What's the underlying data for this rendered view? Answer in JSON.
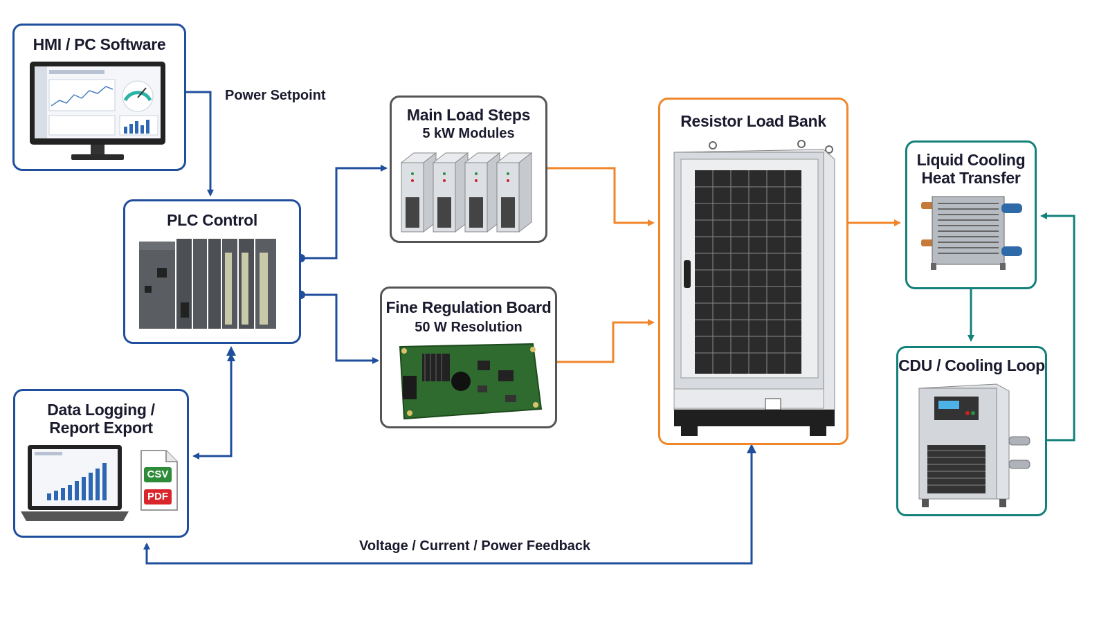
{
  "nodes": {
    "hmi": {
      "title": "HMI / PC Software"
    },
    "plc": {
      "title": "PLC Control"
    },
    "main_load": {
      "title": "Main Load Steps",
      "subtitle": "5 kW Modules"
    },
    "fine_reg": {
      "title": "Fine Regulation Board",
      "subtitle": "50 W Resolution"
    },
    "load_bank": {
      "title": "Resistor Load Bank"
    },
    "liquid_cooling": {
      "title_line1": "Liquid Cooling",
      "title_line2": "Heat Transfer"
    },
    "cdu": {
      "title": "CDU / Cooling Loop"
    },
    "logging": {
      "title_line1": "Data Logging /",
      "title_line2": "Report Export",
      "csv": "CSV",
      "pdf": "PDF"
    }
  },
  "edges": {
    "setpoint_label": "Power Setpoint",
    "feedback_label": "Voltage / Current / Power Feedback"
  },
  "colors": {
    "control_blue": "#1f4e9c",
    "power_orange": "#f0852b",
    "cooling_teal": "#13807a",
    "csv_green": "#2e8b3a",
    "pdf_red": "#d9262c"
  }
}
